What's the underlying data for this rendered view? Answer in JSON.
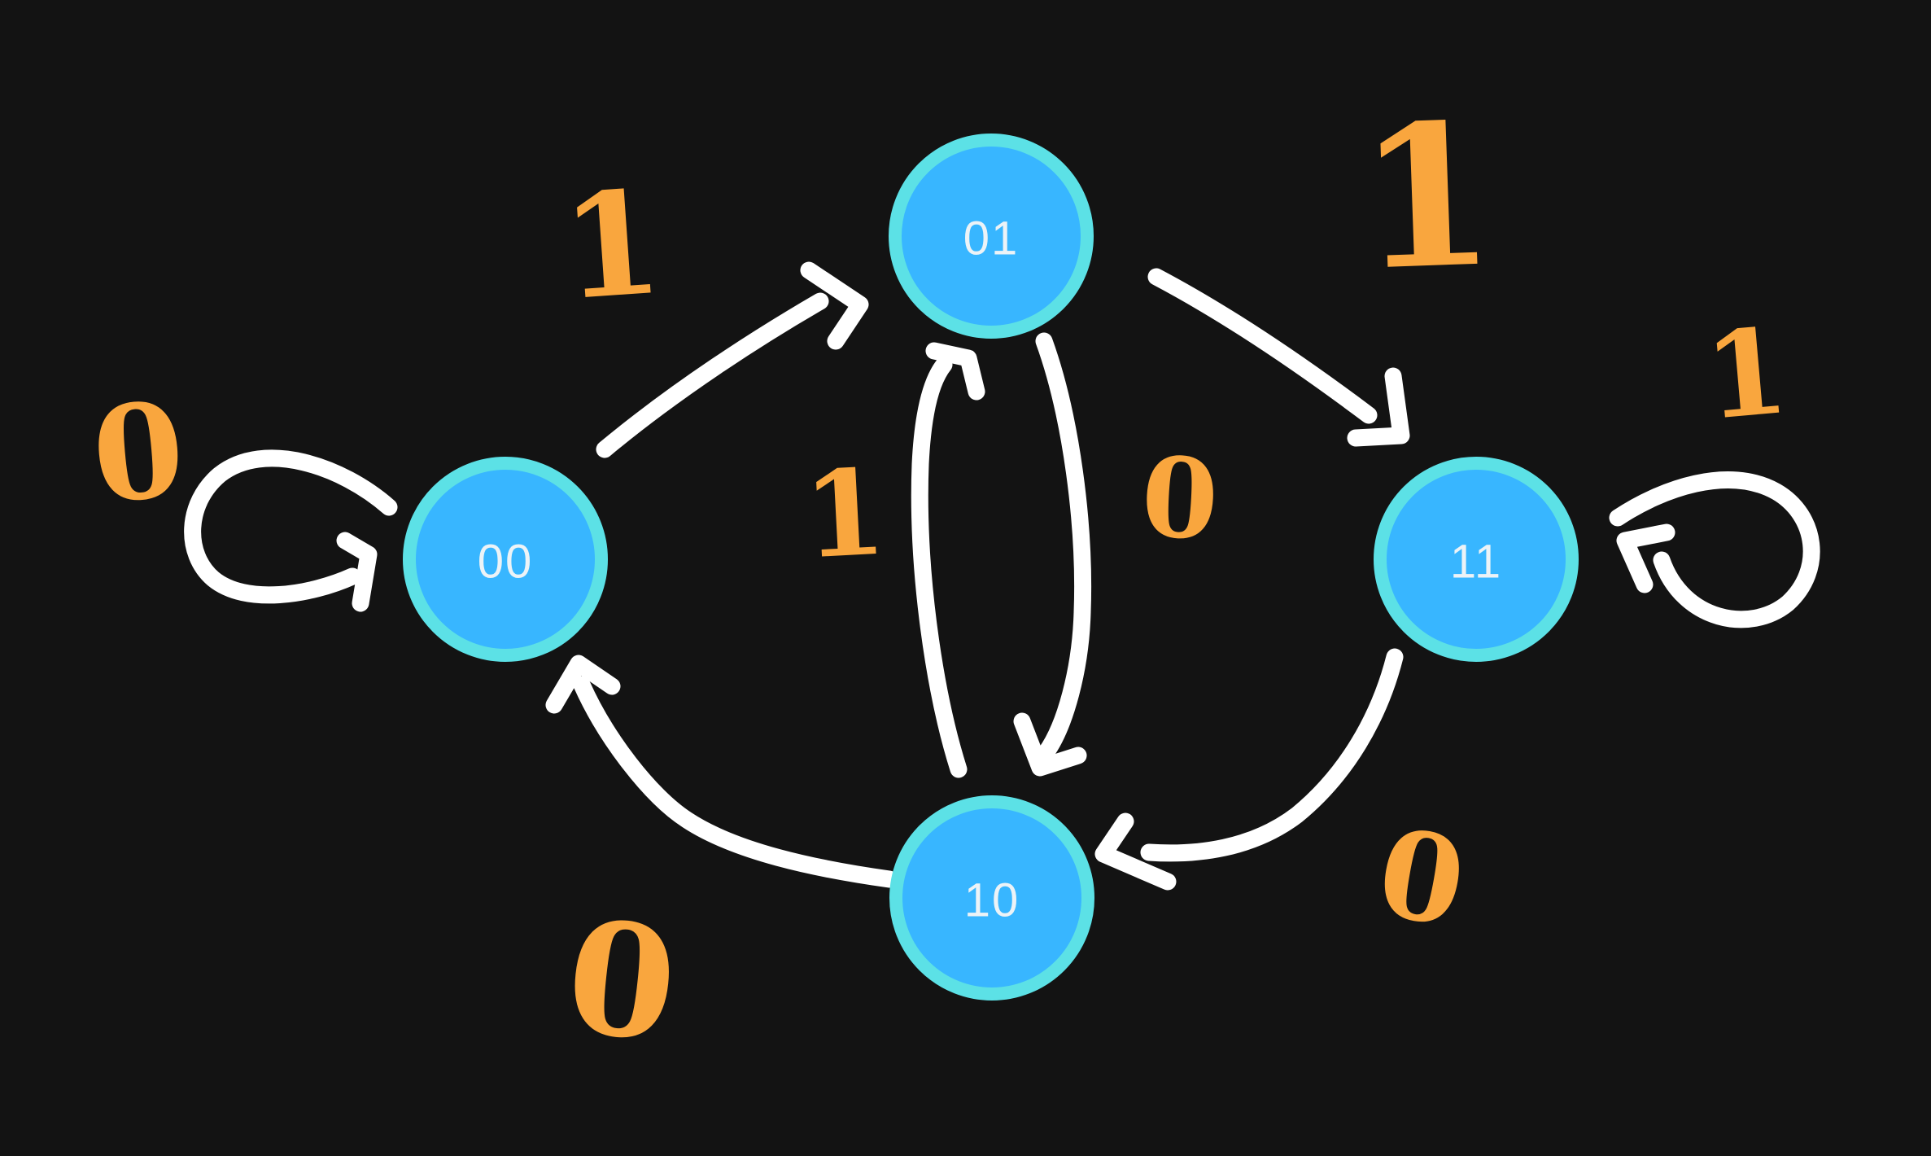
{
  "diagram": {
    "kind": "hand-drawn finite-state-machine",
    "background": "#131313",
    "node_fill": "#38B6FF",
    "node_ring": "#5CE1E6",
    "node_label_color": "#ECF3F7",
    "edge_color": "#FFFFFF",
    "label_color": "#F9A63E"
  },
  "states": [
    {
      "id": "00",
      "label": "00"
    },
    {
      "id": "01",
      "label": "01"
    },
    {
      "id": "11",
      "label": "11"
    },
    {
      "id": "10",
      "label": "10"
    }
  ],
  "transitions": [
    {
      "from": "00",
      "to": "00",
      "input": "0"
    },
    {
      "from": "00",
      "to": "01",
      "input": "1"
    },
    {
      "from": "01",
      "to": "11",
      "input": "1"
    },
    {
      "from": "11",
      "to": "11",
      "input": "1"
    },
    {
      "from": "01",
      "to": "10",
      "input": "0"
    },
    {
      "from": "10",
      "to": "01",
      "input": "1"
    },
    {
      "from": "11",
      "to": "10",
      "input": "0"
    },
    {
      "from": "10",
      "to": "00",
      "input": "0"
    }
  ]
}
